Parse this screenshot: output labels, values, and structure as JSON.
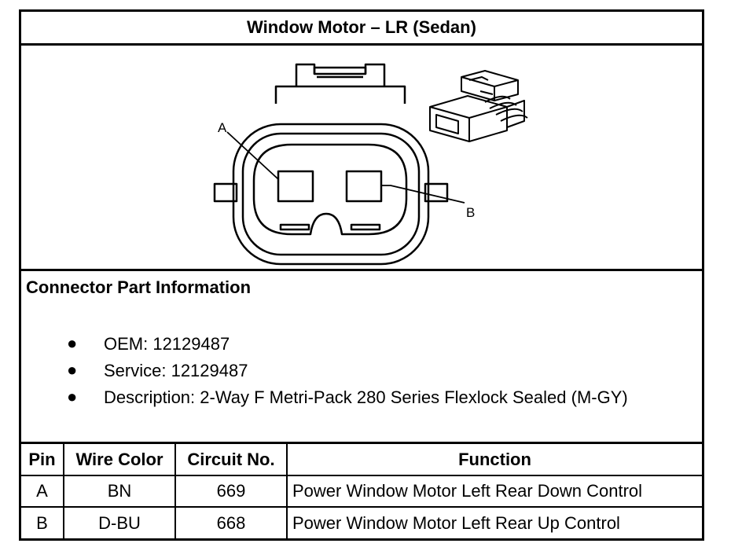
{
  "title": "Window Motor – LR (Sedan)",
  "diagram": {
    "pin_label_a": "A",
    "pin_label_b": "B"
  },
  "info": {
    "heading": "Connector Part Information",
    "bullet_glyph": "●",
    "items": [
      "OEM: 12129487",
      "Service: 12129487",
      "Description: 2-Way F Metri-Pack 280 Series Flexlock Sealed (M-GY)"
    ]
  },
  "table": {
    "headers": [
      "Pin",
      "Wire Color",
      "Circuit No.",
      "Function"
    ],
    "rows": [
      [
        "A",
        "BN",
        "669",
        "Power Window Motor Left Rear Down Control"
      ],
      [
        "B",
        "D-BU",
        "668",
        "Power Window Motor Left Rear Up Control"
      ]
    ]
  }
}
